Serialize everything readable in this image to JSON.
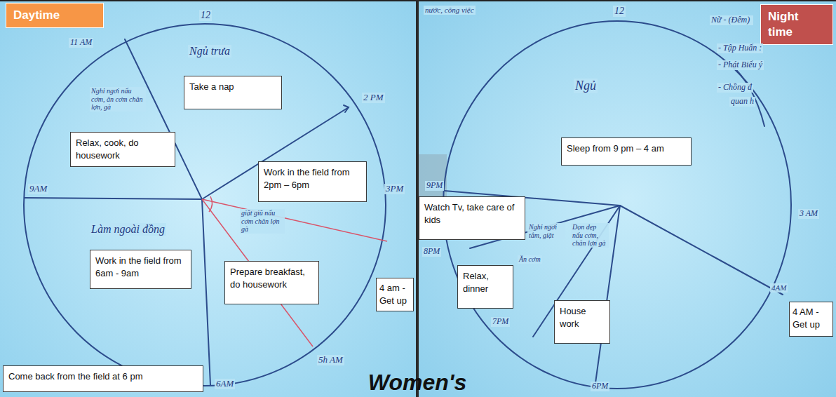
{
  "diagram": {
    "title": "Women's",
    "nodes": [
      {
        "text": [
          "Daytime"
        ]
      },
      {
        "text": [
          "Take a nap"
        ]
      },
      {
        "text": [
          "Relax, cook, do housework"
        ]
      },
      {
        "text": [
          "Work in the field from 2pm – 6pm"
        ]
      },
      {
        "text": [
          "Work in the field from 6am - 9am"
        ]
      },
      {
        "text": [
          "Prepare breakfast, do housework"
        ]
      },
      {
        "text": [
          "4 am - Get up"
        ]
      },
      {
        "text": [
          "Come back from the field at 6 pm"
        ]
      },
      {
        "text": [
          "Night time"
        ]
      },
      {
        "text": [
          "Sleep from 9 pm – 4 am"
        ]
      },
      {
        "text": [
          "Watch Tv, take care of kids"
        ]
      },
      {
        "text": [
          "Relax, dinner"
        ]
      },
      {
        "text": [
          "House work"
        ]
      },
      {
        "text": [
          "4 AM - Get up"
        ]
      }
    ],
    "labels": [
      "12",
      "11 AM",
      "Ngủ trưa",
      "Nghỉ ngơi nấu cơm, ăn cơm chăn lợn, gà",
      "2 PM",
      "9AM",
      "Làm ngoài đồng",
      "3PM",
      "giặt giũ nấu cơm chăn lợn gà",
      "5h AM",
      "6AM",
      "nước, công việc",
      "12",
      "Nữ - (Đêm)",
      "- Tập Huấn :",
      "- Phát Biểu ý",
      "- Chồng đ",
      "quan h",
      "Ngủ",
      "9PM",
      "8PM",
      "Nghỉ ngơi tắm, giặt",
      "Ăn cơm",
      "Dọn dẹp nấu cơm, chăn lợn gà",
      "7PM",
      "6PM",
      "3 AM",
      "4AM"
    ]
  }
}
